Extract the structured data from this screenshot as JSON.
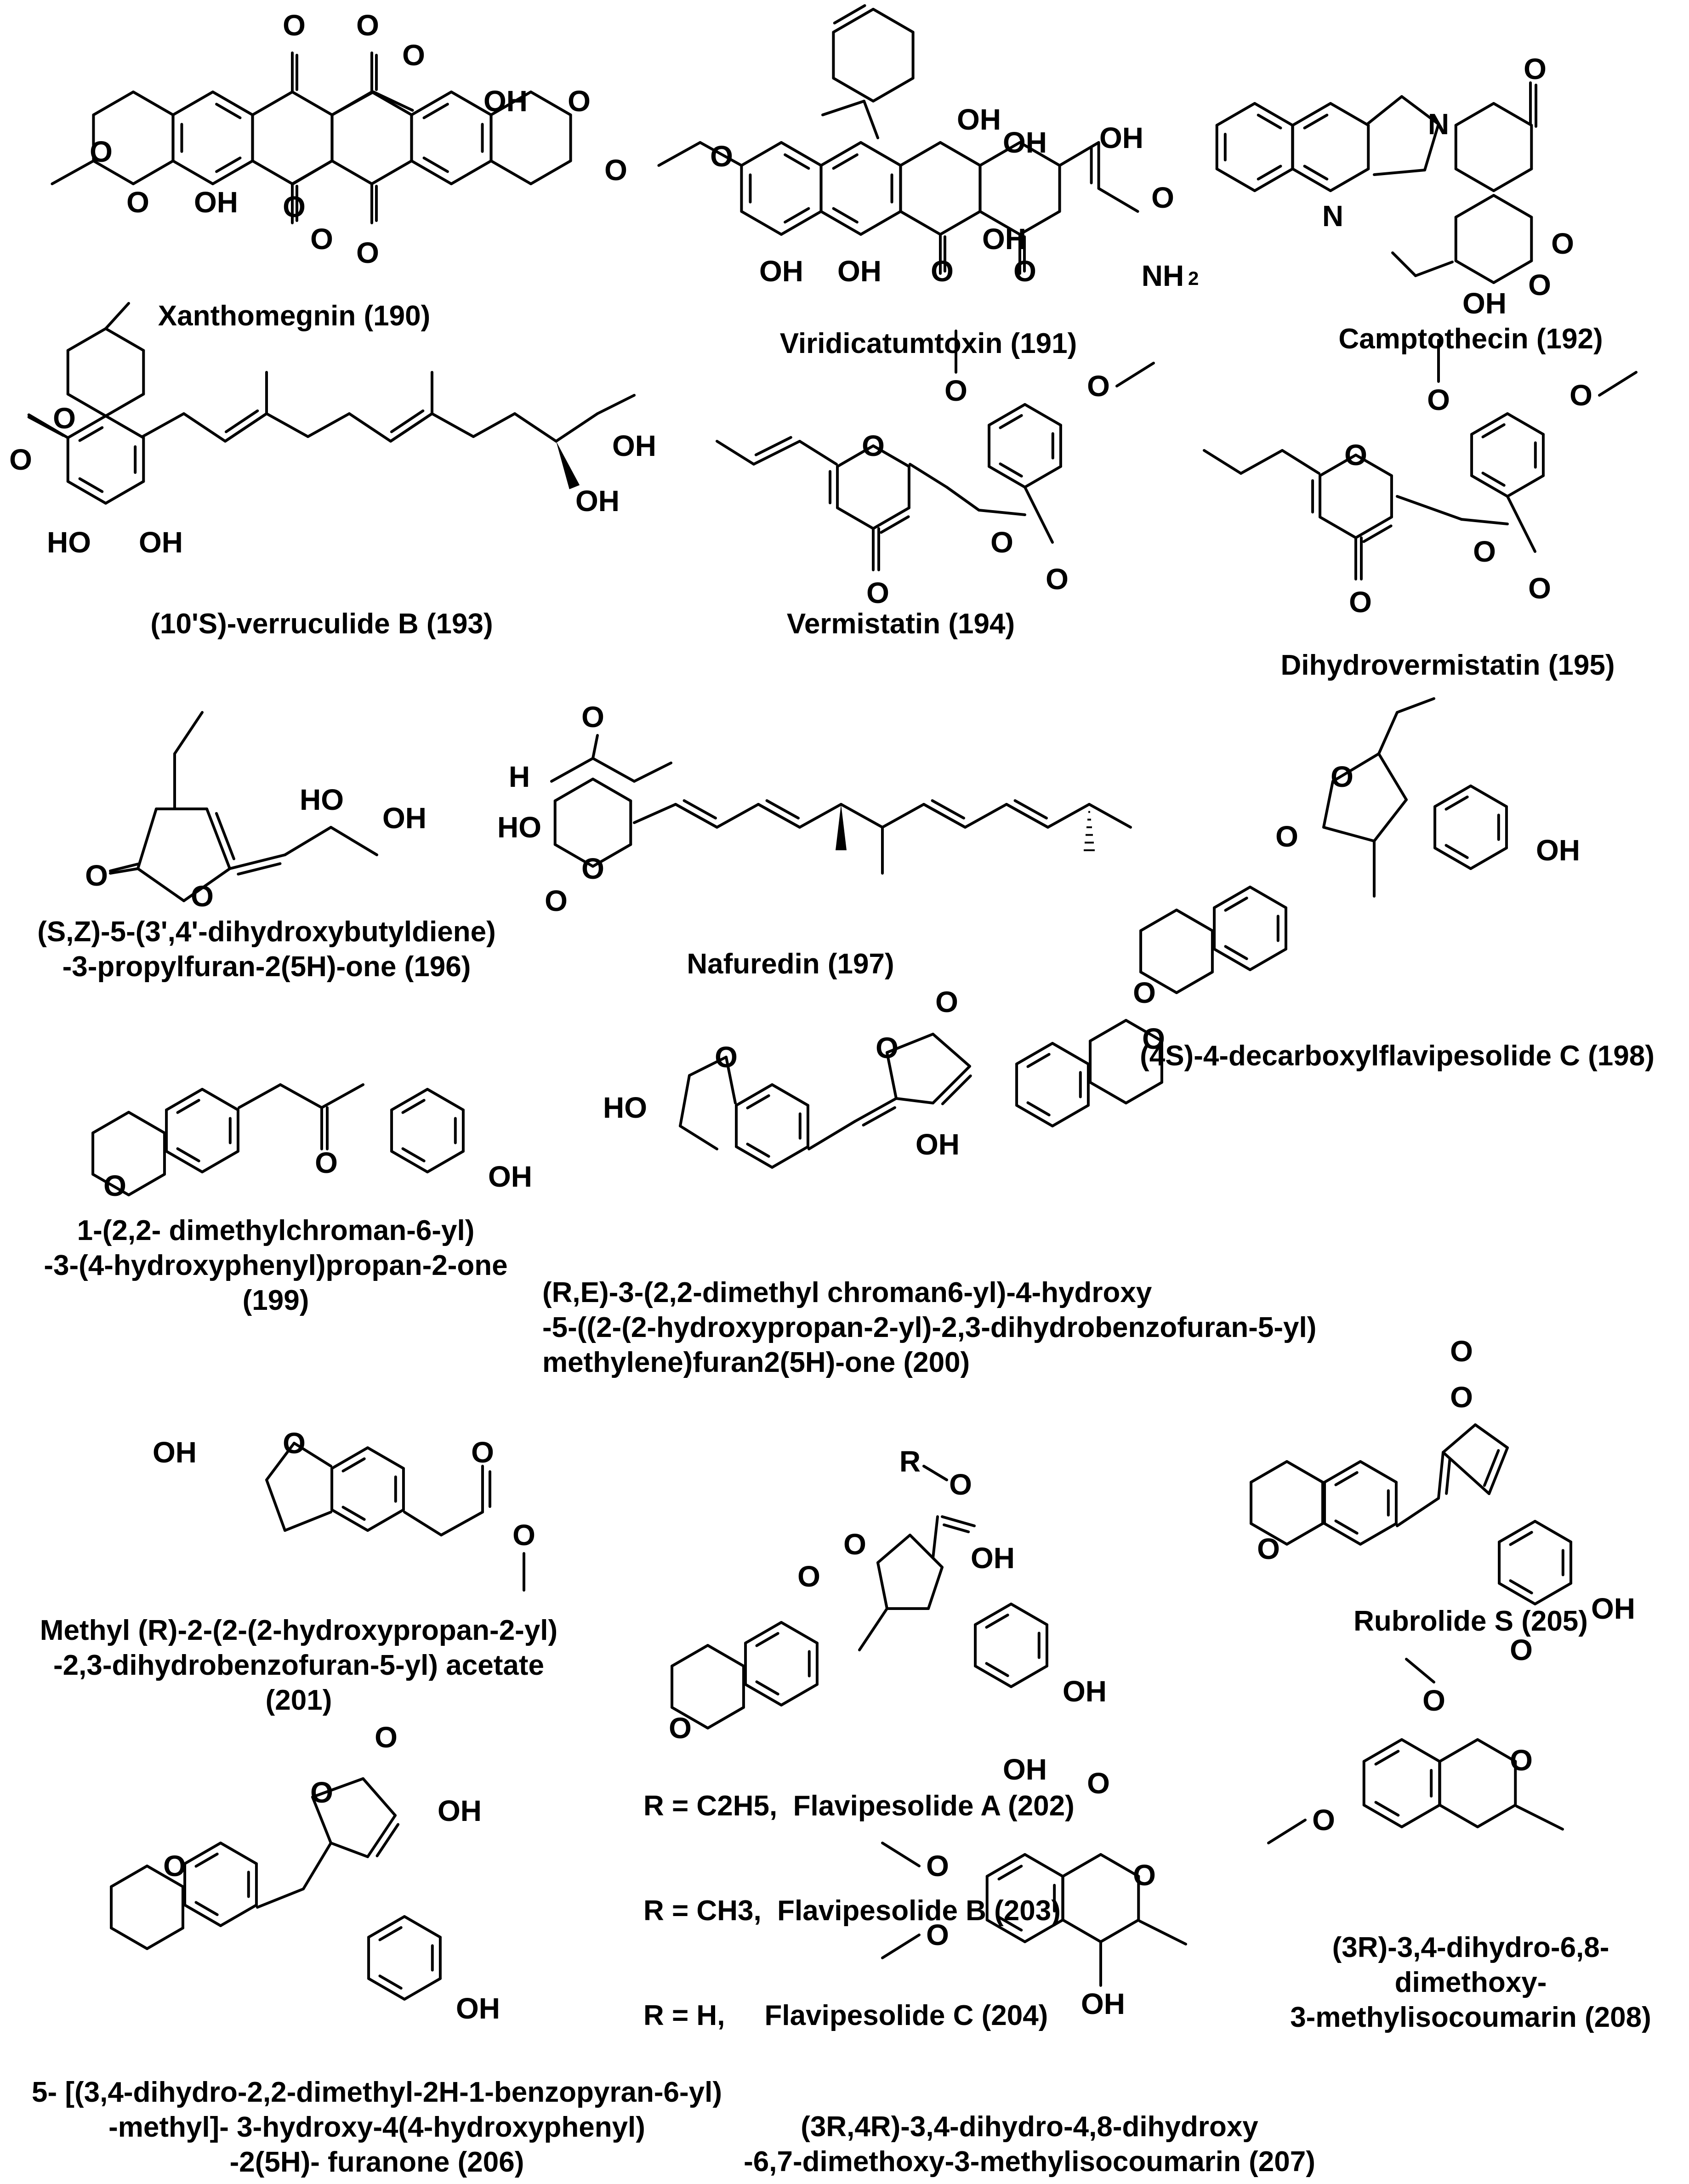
{
  "compounds": [
    {
      "id": "190",
      "lines": [
        "Xanthomegnin (190)"
      ]
    },
    {
      "id": "191",
      "lines": [
        "Viridicatumtoxin (191)"
      ]
    },
    {
      "id": "192",
      "lines": [
        "Camptothecin (192)"
      ]
    },
    {
      "id": "193",
      "lines": [
        "(10'S)-verruculide B (193)"
      ]
    },
    {
      "id": "194",
      "lines": [
        "Vermistatin (194)"
      ]
    },
    {
      "id": "195",
      "lines": [
        "Dihydrovermistatin (195)"
      ]
    },
    {
      "id": "196",
      "lines": [
        "(S,Z)-5-(3',4'-dihydroxybutyldiene)",
        "-3-propylfuran-2(5H)-one (196)"
      ]
    },
    {
      "id": "197",
      "lines": [
        "Nafuredin (197)"
      ]
    },
    {
      "id": "198",
      "lines": [
        "(4S)-4-decarboxylflavipesolide C (198)"
      ]
    },
    {
      "id": "199",
      "lines": [
        "1-(2,2- dimethylchroman-6-yl)",
        "-3-(4-hydroxyphenyl)propan-2-one",
        "(199)"
      ]
    },
    {
      "id": "200",
      "lines": [
        "(R,E)-3-(2,2-dimethyl chroman6-yl)-4-hydroxy",
        "-5-((2-(2-hydroxypropan-2-yl)-2,3-dihydrobenzofuran-5-yl)",
        "methylene)furan2(5H)-one (200)"
      ]
    },
    {
      "id": "201",
      "lines": [
        "Methyl (R)-2-(2-(2-hydroxypropan-2-yl)",
        "-2,3-dihydrobenzofuran-5-yl) acetate",
        "(201)"
      ]
    },
    {
      "id": "202-204",
      "lines": [
        "R = C2H5,  Flavipesolide A (202)",
        "R = CH3,  Flavipesolide B (203)",
        "R = H,     Flavipesolide C (204)"
      ]
    },
    {
      "id": "205",
      "lines": [
        "Rubrolide S (205)"
      ]
    },
    {
      "id": "206",
      "lines": [
        "5- [(3,4-dihydro-2,2-dimethyl-2H-1-benzopyran-6-yl)",
        "-methyl]- 3-hydroxy-4(4-hydroxyphenyl)",
        "-2(5H)- furanone (206)"
      ]
    },
    {
      "id": "207",
      "lines": [
        "(3R,4R)-3,4-dihydro-4,8-dihydroxy",
        "-6,7-dimethoxy-3-methylisocoumarin (207)"
      ]
    },
    {
      "id": "208",
      "lines": [
        "(3R)-3,4-dihydro-6,8-",
        "dimethoxy-",
        "3-methylisocoumarin (208)"
      ]
    }
  ],
  "atoms": {
    "oh": "OH",
    "ho": "HO",
    "o": "O",
    "n": "N",
    "nh2": "NH",
    "sub2": "2",
    "h": "H",
    "r": "R"
  }
}
